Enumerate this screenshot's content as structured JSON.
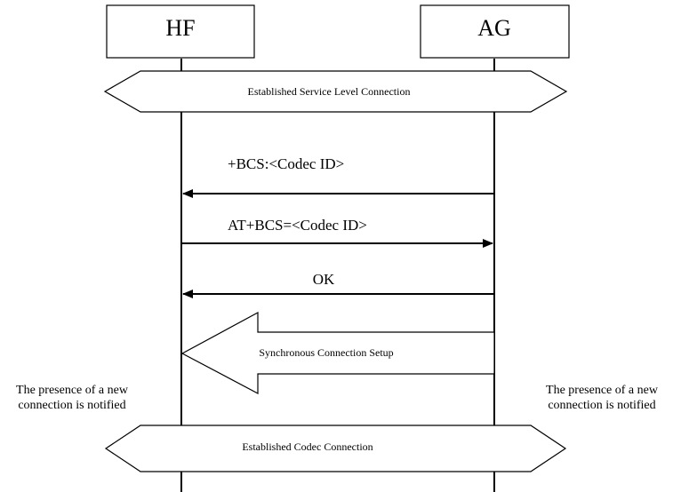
{
  "participants": {
    "hf": "HF",
    "ag": "AG"
  },
  "states": {
    "service_level": "Established Service Level Connection",
    "codec": "Established Codec Connection"
  },
  "messages": [
    {
      "label": "+BCS:<Codec ID>",
      "direction": "AG to HF"
    },
    {
      "label": "AT+BCS=<Codec ID>",
      "direction": "HF to AG"
    },
    {
      "label": "OK",
      "direction": "AG to HF"
    }
  ],
  "procedure": {
    "label": "Synchronous Connection Setup",
    "direction": "AG to HF"
  },
  "notes": {
    "left": [
      "The presence of a new",
      "connection is notified"
    ],
    "right": [
      "The presence of a new",
      "connection is notified"
    ]
  }
}
